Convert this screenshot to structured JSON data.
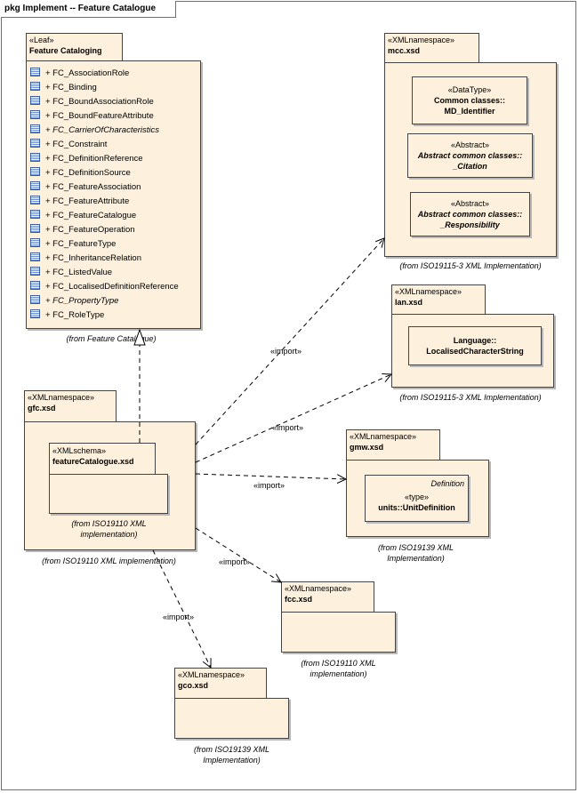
{
  "frame": {
    "title": "pkg Implement -- Feature Catalogue"
  },
  "feature_cataloging": {
    "stereotype": "«Leaf»",
    "name": "Feature Cataloging",
    "from": "(from Feature Catalogue)",
    "attributes": [
      {
        "text": "+ FC_AssociationRole",
        "italic": false
      },
      {
        "text": "+ FC_Binding",
        "italic": false
      },
      {
        "text": "+ FC_BoundAssociationRole",
        "italic": false
      },
      {
        "text": "+ FC_BoundFeatureAttribute",
        "italic": false
      },
      {
        "text": "+ FC_CarrierOfCharacteristics",
        "italic": true
      },
      {
        "text": "+ FC_Constraint",
        "italic": false
      },
      {
        "text": "+ FC_DefinitionReference",
        "italic": false
      },
      {
        "text": "+ FC_DefinitionSource",
        "italic": false
      },
      {
        "text": "+ FC_FeatureAssociation",
        "italic": false
      },
      {
        "text": "+ FC_FeatureAttribute",
        "italic": false
      },
      {
        "text": "+ FC_FeatureCatalogue",
        "italic": false
      },
      {
        "text": "+ FC_FeatureOperation",
        "italic": false
      },
      {
        "text": "+ FC_FeatureType",
        "italic": false
      },
      {
        "text": "+ FC_InheritanceRelation",
        "italic": false
      },
      {
        "text": "+ FC_ListedValue",
        "italic": false
      },
      {
        "text": "+ FC_LocalisedDefinitionReference",
        "italic": false
      },
      {
        "text": "+ FC_PropertyType",
        "italic": true
      },
      {
        "text": "+ FC_RoleType",
        "italic": false
      }
    ]
  },
  "mcc": {
    "stereotype": "«XMLnamespace»",
    "name": "mcc.xsd",
    "from": "(from ISO19115-3 XML Implementation)",
    "md_identifier": {
      "stereotype": "«DataType»",
      "line1": "Common classes::",
      "line2": "MD_Identifier"
    },
    "citation": {
      "stereotype": "«Abstract»",
      "line1": "Abstract common classes::",
      "line2": "_Citation"
    },
    "responsibility": {
      "stereotype": "«Abstract»",
      "line1": "Abstract common classes::",
      "line2": "_Responsibility"
    }
  },
  "lan": {
    "stereotype": "«XMLnamespace»",
    "name": "lan.xsd",
    "from": "(from ISO19115-3 XML Implementation)",
    "localised": {
      "line1": "Language::",
      "line2": "LocalisedCharacterString"
    }
  },
  "gfc": {
    "stereotype": "«XMLnamespace»",
    "name": "gfc.xsd",
    "from": "(from ISO19110 XML implementation)",
    "schema": {
      "stereotype": "«XMLschema»",
      "name": "featureCatalogue.xsd",
      "from_line1": "(from ISO19110 XML",
      "from_line2": "implementation)"
    }
  },
  "gmw": {
    "stereotype": "«XMLnamespace»",
    "name": "gmw.xsd",
    "from_line1": "(from ISO19139 XML",
    "from_line2": "Implementation)",
    "unitdef": {
      "name": "Definition",
      "stereotype": "«type»",
      "line2": "units::UnitDefinition"
    }
  },
  "fcc": {
    "stereotype": "«XMLnamespace»",
    "name": "fcc.xsd",
    "from_line1": "(from ISO19110 XML",
    "from_line2": "implementation)"
  },
  "gco": {
    "stereotype": "«XMLnamespace»",
    "name": "gco.xsd",
    "from_line1": "(from ISO19139 XML",
    "from_line2": "Implementation)"
  },
  "imports": {
    "to_mcc": "«import»",
    "to_lan": "«import»",
    "to_gmw": "«import»",
    "to_fcc": "«import»",
    "to_gco": "«import»"
  },
  "colors": {
    "package_fill": "#fdf0dc",
    "outline": "#444444",
    "attr_icon": "#6d8ed0"
  }
}
